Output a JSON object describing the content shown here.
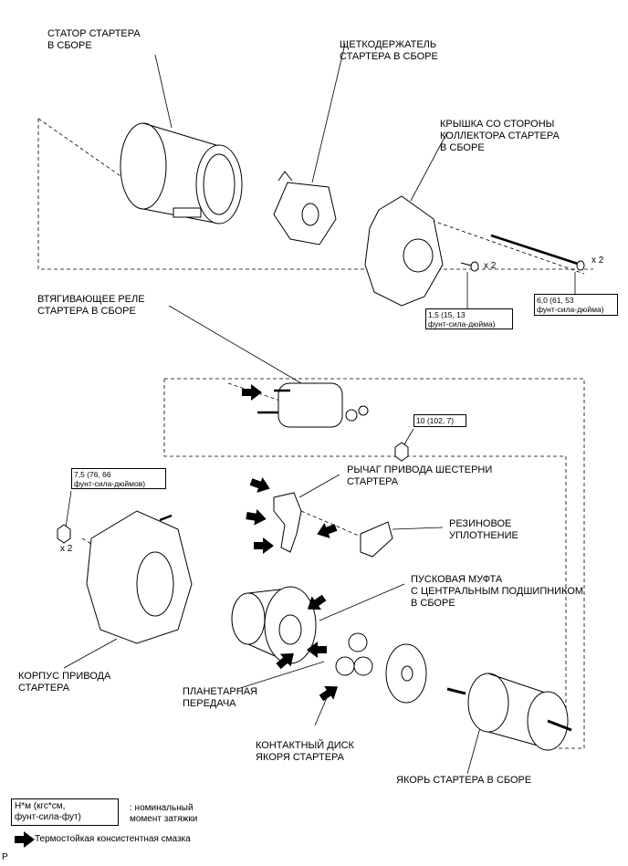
{
  "labels": {
    "stator": "СТАТОР СТАРТЕРА\nВ СБОРЕ",
    "brush_holder": "ЩЕТКОДЕРЖАТЕЛЬ\nСТАРТЕРА В СБОРЕ",
    "commutator_cover": "КРЫШКА СО СТОРОНЫ\nКОЛЛЕКТОРА СТАРТЕРА\nВ СБОРЕ",
    "solenoid": "ВТЯГИВАЮЩЕЕ РЕЛЕ\nСТАРТЕРА В СБОРЕ",
    "drive_lever": "РЫЧАГ ПРИВОДА ШЕСТЕРНИ\nСТАРТЕРА",
    "rubber_seal": "РЕЗИНОВОЕ\nУПЛОТНЕНИЕ",
    "clutch": "ПУСКОВАЯ МУФТА\nС ЦЕНТРАЛЬНЫМ ПОДШИПНИКОМ\nВ СБОРЕ",
    "drive_housing": "КОРПУС ПРИВОДА\nСТАРТЕРА",
    "planetary_gear": "ПЛАНЕТАРНАЯ\nПЕРЕДАЧА",
    "contact_plate": "КОНТАКТНЫЙ ДИСК\nЯКОРЯ СТАРТЕРА",
    "armature": "ЯКОРЬ СТАРТЕРА В СБОРЕ"
  },
  "torques": {
    "screw": "1,5 (15, 13\nфунт-сила-дюйма)",
    "through_bolt": "6,0 (61, 53\nфунт-сила-дюйма)",
    "terminal_nut": "10 (102, 7)",
    "housing_nut": "7,5 (76, 66\nфунт-сила-дюймов)"
  },
  "quantities": {
    "screw": "x 2",
    "through_bolt": "x 2",
    "housing_nut": "x 2"
  },
  "legend": {
    "unit_box": "Н*м (кгс*см,\nфунт-сила-фут)",
    "unit_desc": ": номинальный\nмомент затяжки",
    "grease": "Термостойкая консистентная смазка"
  },
  "figure_code": "P"
}
